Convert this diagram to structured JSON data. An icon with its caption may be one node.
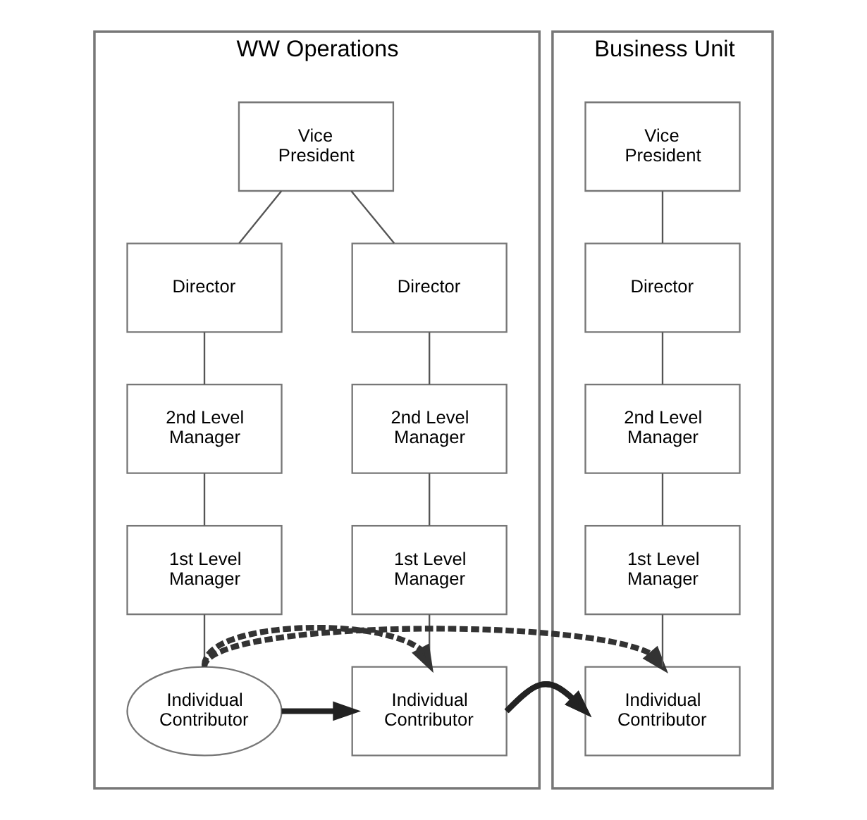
{
  "diagram": {
    "nodes": [
      {
        "text": [
          "WW Operations"
        ]
      },
      {
        "text": [
          "Vice President"
        ],
        "in": 0
      },
      {
        "text": [
          "Director"
        ],
        "in": 0
      },
      {
        "text": [
          "Director"
        ],
        "in": 0
      },
      {
        "text": [
          "2nd Level Manager"
        ],
        "in": 0
      },
      {
        "text": [
          "2nd Level Manager"
        ],
        "in": 0
      },
      {
        "text": [
          "1st Level Manager"
        ],
        "in": 0
      },
      {
        "text": [
          "1st Level Manager"
        ],
        "in": 0
      },
      {
        "text": [
          "Individual Contributor"
        ],
        "in": 0
      },
      {
        "text": [
          "Individual Contributor"
        ],
        "in": 0
      },
      {
        "text": [
          "Business Unit"
        ]
      },
      {
        "text": [
          "Vice President"
        ],
        "in": 10
      },
      {
        "text": [
          "Director"
        ],
        "in": 10
      },
      {
        "text": [
          "2nd Level Manager"
        ],
        "in": 10
      },
      {
        "text": [
          "1st Level Manager"
        ],
        "in": 10
      },
      {
        "text": [
          "Individual Contributor"
        ],
        "in": 10
      }
    ],
    "edges": [
      {
        "from": 1,
        "to": 2,
        "arrow": "none"
      },
      {
        "from": 1,
        "to": 3,
        "arrow": "none"
      },
      {
        "from": 2,
        "to": 4,
        "arrow": "none"
      },
      {
        "from": 3,
        "to": 5,
        "arrow": "none"
      },
      {
        "from": 4,
        "to": 6,
        "arrow": "none"
      },
      {
        "from": 5,
        "to": 7,
        "arrow": "none"
      },
      {
        "from": 6,
        "to": 8,
        "arrow": "none"
      },
      {
        "from": 7,
        "to": 9,
        "arrow": "none"
      },
      {
        "from": 11,
        "to": 12,
        "arrow": "none"
      },
      {
        "from": 12,
        "to": 13,
        "arrow": "none"
      },
      {
        "from": 13,
        "to": 14,
        "arrow": "none"
      },
      {
        "from": 14,
        "to": 15,
        "arrow": "none"
      },
      {
        "from": 8,
        "to": 9,
        "arrow": "to",
        "style": "thick"
      },
      {
        "from": 9,
        "to": 15,
        "arrow": "to",
        "style": "thick"
      },
      {
        "from": 8,
        "to": 9,
        "arrow": "to",
        "style": "dashed"
      },
      {
        "from": 8,
        "to": 15,
        "arrow": "to",
        "style": "dashed"
      }
    ]
  }
}
